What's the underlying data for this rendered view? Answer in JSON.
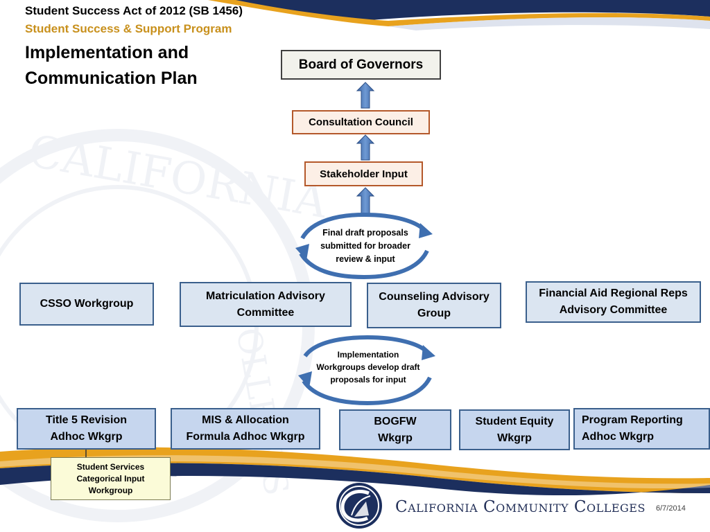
{
  "header": {
    "line1": "Student Success Act of 2012 (SB 1456)",
    "line2": "Student Success & Support Program",
    "title_line1": "Implementation and",
    "title_line2": "Communication Plan"
  },
  "flow": {
    "board": "Board of Governors",
    "consultation": "Consultation Council",
    "stakeholder": "Stakeholder Input",
    "cycle_top": [
      "Final draft proposals",
      "submitted for broader",
      "review & input"
    ],
    "cycle_bottom": [
      "Implementation",
      "Workgroups develop draft",
      "proposals for input"
    ]
  },
  "committees": [
    {
      "lines": [
        "CSSO Workgroup"
      ]
    },
    {
      "lines": [
        "Matriculation Advisory",
        "Committee"
      ]
    },
    {
      "lines": [
        "Counseling Advisory",
        "Group"
      ]
    },
    {
      "lines": [
        "Financial Aid Regional Reps",
        "Advisory Committee"
      ]
    }
  ],
  "workgroups": [
    {
      "lines": [
        "Title 5 Revision",
        "Adhoc Wkgrp"
      ]
    },
    {
      "lines": [
        "MIS & Allocation",
        "Formula Adhoc Wkgrp"
      ]
    },
    {
      "lines": [
        "BOGFW",
        "Wkgrp"
      ]
    },
    {
      "lines": [
        "Student Equity",
        "Wkgrp"
      ]
    },
    {
      "lines": [
        "Program Reporting",
        "Adhoc Wkgrp"
      ]
    }
  ],
  "subgroup": [
    "Student Services",
    "Categorical Input",
    "Workgroup"
  ],
  "footer": {
    "org_name": "California Community Colleges",
    "date": "6/7/2014"
  },
  "colors": {
    "navy": "#1c2f5e",
    "gold": "#e8a21e",
    "accent_text": "#c8901c",
    "arrow_blue": "#4a7ab8"
  }
}
